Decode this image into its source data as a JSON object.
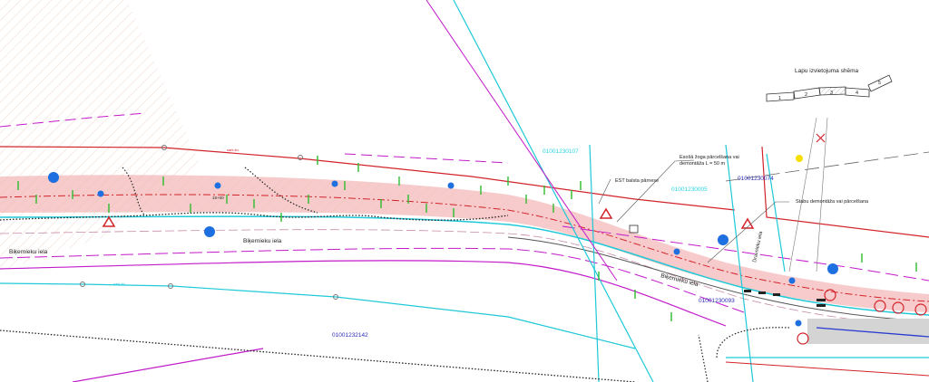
{
  "key_plan": {
    "title": "Lapu izvietojuma shēma",
    "sheets": [
      "1",
      "2",
      "3",
      "4",
      "5"
    ],
    "current_sheet": "3"
  },
  "parcels": [
    "01001230107",
    "01001230005",
    "01001230074",
    "01001230093",
    "01001232142"
  ],
  "streets": [
    "Biķernieku iela",
    "Biķernieku iela",
    "Biķernieku iela",
    "Dravnieku iela"
  ],
  "annotations": {
    "pole": "EST balsta pārnese",
    "fence": "Esošā žoga pārcelšana vai",
    "fence2": "demontāža L = 50 m",
    "posts": "Stabu demontāža vai pārcelšana"
  },
  "line_tag": "sark.lin.",
  "chainage": "18+00",
  "colors": {
    "red_line": "#d2232a",
    "cyan_line": "#1fc9d8",
    "magenta_line": "#c21bc9",
    "parcel_text": "#2a2ab8",
    "cyan_text": "#2ad4e0",
    "road_band": "#f4b9b9",
    "greenery": "#2dbb2d",
    "blue_marker": "#1e6fe0"
  }
}
